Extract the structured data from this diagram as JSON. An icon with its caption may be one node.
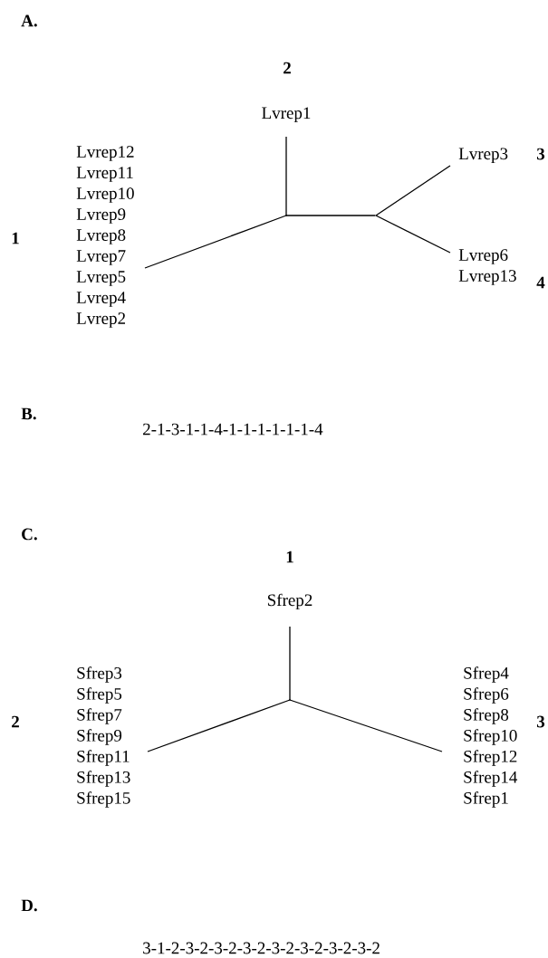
{
  "diagram": {
    "nodes": [
      {
        "text": [
          "Lvrep1"
        ],
        "beside": [
          "2"
        ]
      },
      {
        "text": [
          "Lvrep12",
          "Lvrep11",
          "Lvrep10",
          "Lvrep9",
          "Lvrep8",
          "Lvrep7",
          "Lvrep5",
          "Lvrep4",
          "Lvrep2"
        ],
        "beside": [
          "1"
        ]
      },
      {
        "text": [
          "Lvrep3"
        ],
        "beside": [
          "3"
        ]
      },
      {
        "text": [
          "Lvrep6",
          "Lvrep13"
        ],
        "beside": [
          "4"
        ]
      },
      {
        "text": [],
        "shape": "point"
      },
      {
        "text": [],
        "shape": "point"
      },
      {
        "text": [
          "Sfrep2"
        ],
        "beside": [
          "1"
        ]
      },
      {
        "text": [
          "Sfrep3",
          "Sfrep5",
          "Sfrep7",
          "Sfrep9",
          "Sfrep11",
          "Sfrep13",
          "Sfrep15"
        ],
        "beside": [
          "2"
        ]
      },
      {
        "text": [
          "Sfrep4",
          "Sfrep6",
          "Sfrep8",
          "Sfrep10",
          "Sfrep12",
          "Sfrep14",
          "Sfrep1"
        ],
        "beside": [
          "3"
        ]
      },
      {
        "text": [],
        "shape": "point"
      }
    ],
    "edges": [
      {
        "from": 4,
        "to": 0,
        "arrow": "none"
      },
      {
        "from": 4,
        "to": 1,
        "arrow": "none"
      },
      {
        "from": 4,
        "to": 5,
        "arrow": "none"
      },
      {
        "from": 5,
        "to": 2,
        "arrow": "none"
      },
      {
        "from": 5,
        "to": 3,
        "arrow": "none"
      },
      {
        "from": 9,
        "to": 6,
        "arrow": "none"
      },
      {
        "from": 9,
        "to": 7,
        "arrow": "none"
      },
      {
        "from": 9,
        "to": 8,
        "arrow": "none"
      }
    ],
    "labels": [
      "A.",
      "B.",
      "2-1-3-1-1-4-1-1-1-1-1-1-4",
      "C.",
      "D.",
      "3-1-2-3-2-3-2-3-2-3-2-3-2-3-2-3-2"
    ]
  }
}
